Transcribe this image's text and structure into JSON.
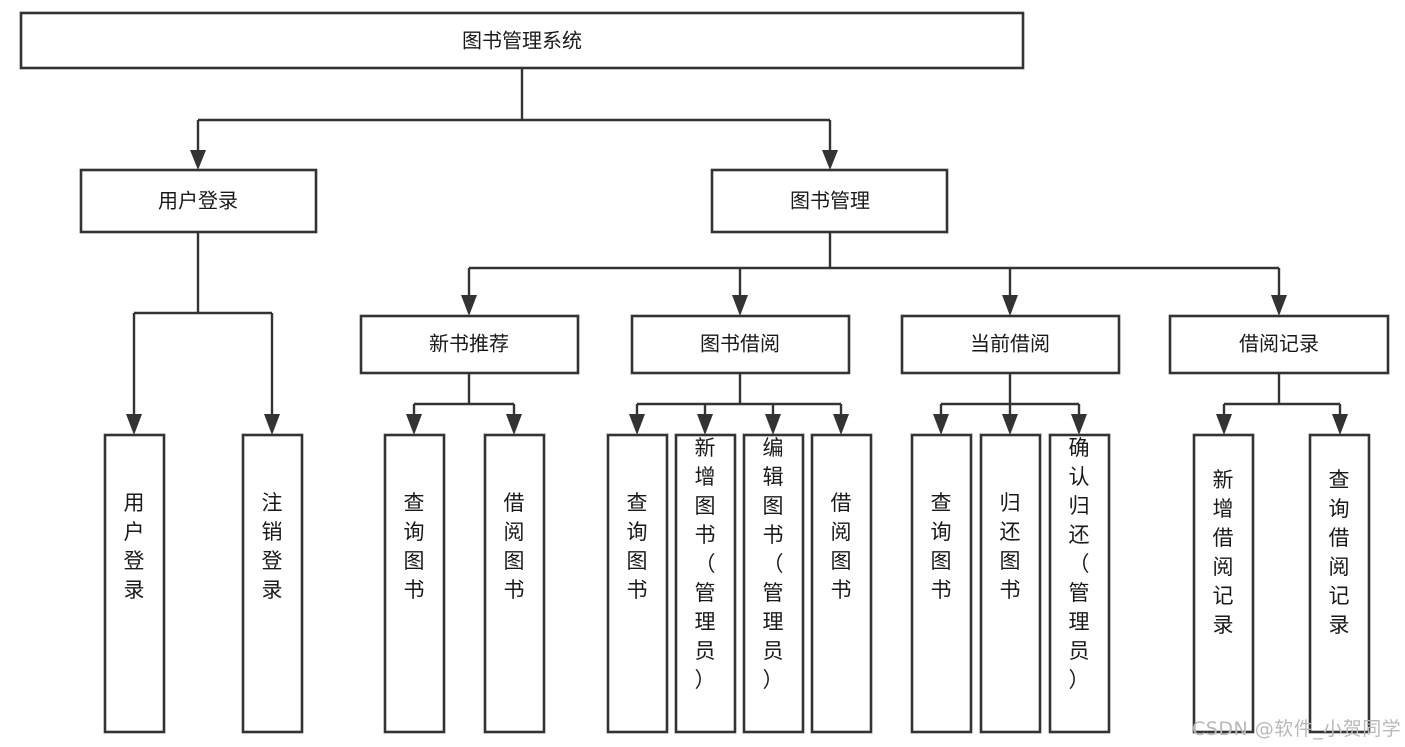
{
  "diagram": {
    "title": "图书管理系统",
    "type": "hierarchy-tree",
    "watermark": "CSDN @软件_小贺同学",
    "colors": {
      "stroke": "#333333",
      "box_fill": "#ffffff",
      "text": "#1a1a1a",
      "background": "#ffffff",
      "watermark": "#b9b9b9"
    },
    "levels": [
      {
        "level": 1,
        "orientation": "horizontal-text",
        "nodes": [
          {
            "id": "root",
            "label": "图书管理系统"
          }
        ]
      },
      {
        "level": 2,
        "orientation": "horizontal-text",
        "nodes": [
          {
            "id": "login",
            "label": "用户登录",
            "parent": "root"
          },
          {
            "id": "bookmgmt",
            "label": "图书管理",
            "parent": "root"
          }
        ]
      },
      {
        "level": 3,
        "orientation": "horizontal-text",
        "nodes": [
          {
            "id": "newbook",
            "label": "新书推荐",
            "parent": "bookmgmt"
          },
          {
            "id": "borrow",
            "label": "图书借阅",
            "parent": "bookmgmt"
          },
          {
            "id": "current",
            "label": "当前借阅",
            "parent": "bookmgmt"
          },
          {
            "id": "record",
            "label": "借阅记录",
            "parent": "bookmgmt"
          }
        ]
      },
      {
        "level": 4,
        "orientation": "vertical-text",
        "nodes": [
          {
            "id": "leaf-1",
            "label": "用户登录",
            "parent": "login"
          },
          {
            "id": "leaf-2",
            "label": "注销登录",
            "parent": "login"
          },
          {
            "id": "leaf-3",
            "label": "查询图书",
            "parent": "newbook"
          },
          {
            "id": "leaf-4",
            "label": "借阅图书",
            "parent": "newbook"
          },
          {
            "id": "leaf-5",
            "label": "查询图书",
            "parent": "borrow"
          },
          {
            "id": "leaf-6",
            "label": "新增图书（管理员）",
            "parent": "borrow"
          },
          {
            "id": "leaf-7",
            "label": "编辑图书（管理员）",
            "parent": "borrow"
          },
          {
            "id": "leaf-8",
            "label": "借阅图书",
            "parent": "borrow"
          },
          {
            "id": "leaf-9",
            "label": "查询图书",
            "parent": "current"
          },
          {
            "id": "leaf-10",
            "label": "归还图书",
            "parent": "current"
          },
          {
            "id": "leaf-11",
            "label": "确认归还（管理员）",
            "parent": "current"
          },
          {
            "id": "leaf-12",
            "label": "新增借阅记录",
            "parent": "record"
          },
          {
            "id": "leaf-13",
            "label": "查询借阅记录",
            "parent": "record"
          }
        ]
      }
    ]
  }
}
